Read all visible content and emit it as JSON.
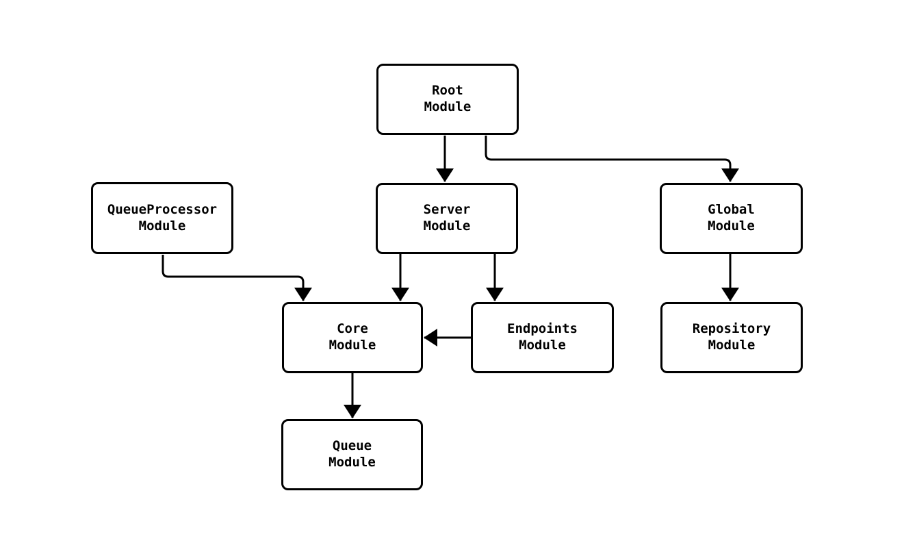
{
  "diagram": {
    "type": "flowchart",
    "background_color": "#ffffff",
    "line_color": "#000000",
    "node_fill_color": "#ffffff",
    "nodes": {
      "root": {
        "label": "Root\nModule"
      },
      "queueprocessor": {
        "label": "QueueProcessor\nModule"
      },
      "server": {
        "label": "Server\nModule"
      },
      "global": {
        "label": "Global\nModule"
      },
      "core": {
        "label": "Core\nModule"
      },
      "endpoints": {
        "label": "Endpoints\nModule"
      },
      "repository": {
        "label": "Repository\nModule"
      },
      "queue": {
        "label": "Queue\nModule"
      }
    },
    "edges": [
      {
        "from": "Root Module",
        "to": "Server Module"
      },
      {
        "from": "Root Module",
        "to": "Global Module"
      },
      {
        "from": "QueueProcessor Module",
        "to": "Core Module"
      },
      {
        "from": "Server Module",
        "to": "Core Module"
      },
      {
        "from": "Server Module",
        "to": "Endpoints Module"
      },
      {
        "from": "Endpoints Module",
        "to": "Core Module"
      },
      {
        "from": "Global Module",
        "to": "Repository Module"
      },
      {
        "from": "Core Module",
        "to": "Queue Module"
      }
    ]
  }
}
